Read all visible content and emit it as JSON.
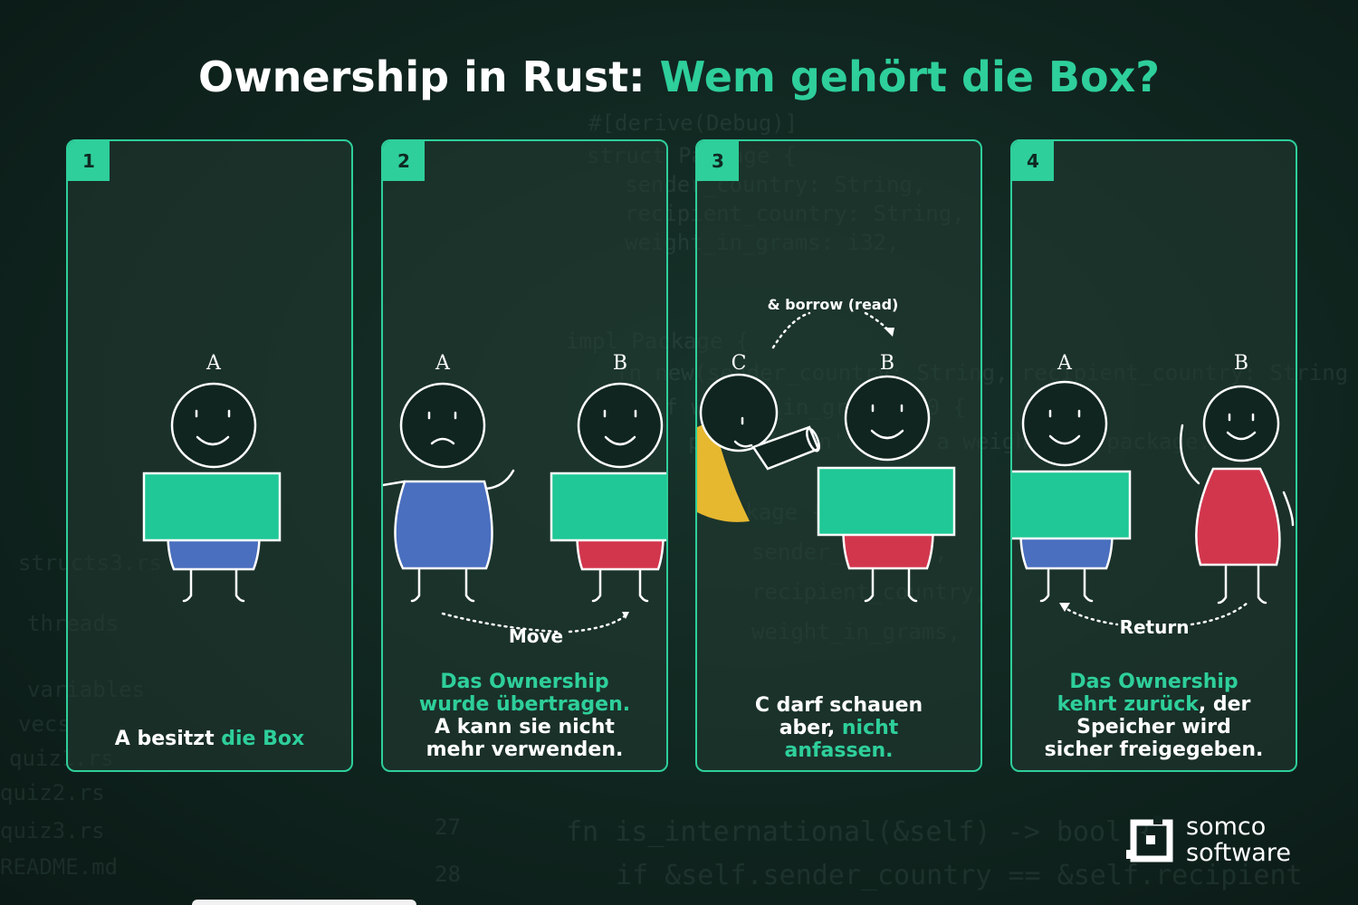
{
  "title": {
    "main": "Ownership in Rust:",
    "accent": "Wem gehört die Box?"
  },
  "panels": [
    {
      "number": "1",
      "person_labels": [
        "A"
      ],
      "caption": [
        {
          "text": "A besitzt ",
          "accent": false
        },
        {
          "text": "die Box",
          "accent": true
        }
      ]
    },
    {
      "number": "2",
      "person_labels": [
        "A",
        "B"
      ],
      "arrow_label": "Move",
      "caption_accent": "Das Ownership wurde übertragen.",
      "caption_plain": "A kann sie nicht mehr verwenden."
    },
    {
      "number": "3",
      "person_labels": [
        "C",
        "B"
      ],
      "arrow_label": "& borrow (read)",
      "caption": [
        {
          "text": "C darf schauen aber, ",
          "accent": false
        },
        {
          "text": "nicht anfassen.",
          "accent": true
        }
      ]
    },
    {
      "number": "4",
      "person_labels": [
        "A",
        "B"
      ],
      "arrow_label": "Return",
      "caption": [
        {
          "text": "Das Ownership kehrt zurück",
          "accent": true
        },
        {
          "text": ", der Speicher wird sicher freigegeben.",
          "accent": false
        }
      ]
    }
  ],
  "logo": {
    "line1": "somco",
    "line2": "software"
  },
  "colors": {
    "accent": "#2ecf9a",
    "box": "#1fc896",
    "blue": "#4a6fbf",
    "red": "#d2364d",
    "yellow": "#e6b830"
  }
}
